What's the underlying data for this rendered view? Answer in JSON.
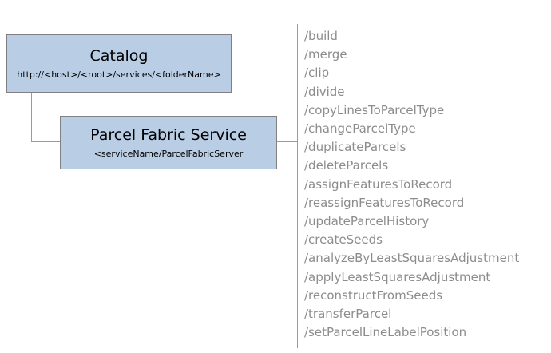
{
  "diagram": {
    "catalog": {
      "title": "Catalog",
      "subtitle": "http://<host>/<root>/services/<folderName>"
    },
    "service": {
      "title": "Parcel Fabric Service",
      "subtitle": "<serviceName/ParcelFabricServer"
    },
    "operations": [
      "/build",
      "/merge",
      "/clip",
      "/divide",
      "/copyLinesToParcelType",
      "/changeParcelType",
      "/duplicateParcels",
      "/deleteParcels",
      "/assignFeaturesToRecord",
      "/reassignFeaturesToRecord",
      "/updateParcelHistory",
      "/createSeeds",
      "/analyzeByLeastSquaresAdjustment",
      "/applyLeastSquaresAdjustment",
      "/reconstructFromSeeds",
      "/transferParcel",
      "/setParcelLineLabelPosition"
    ],
    "colors": {
      "box_fill": "#b9cde5",
      "box_border": "#808080",
      "connector_line": "#9b9b9b",
      "operation_text": "#8c8c8c"
    }
  }
}
